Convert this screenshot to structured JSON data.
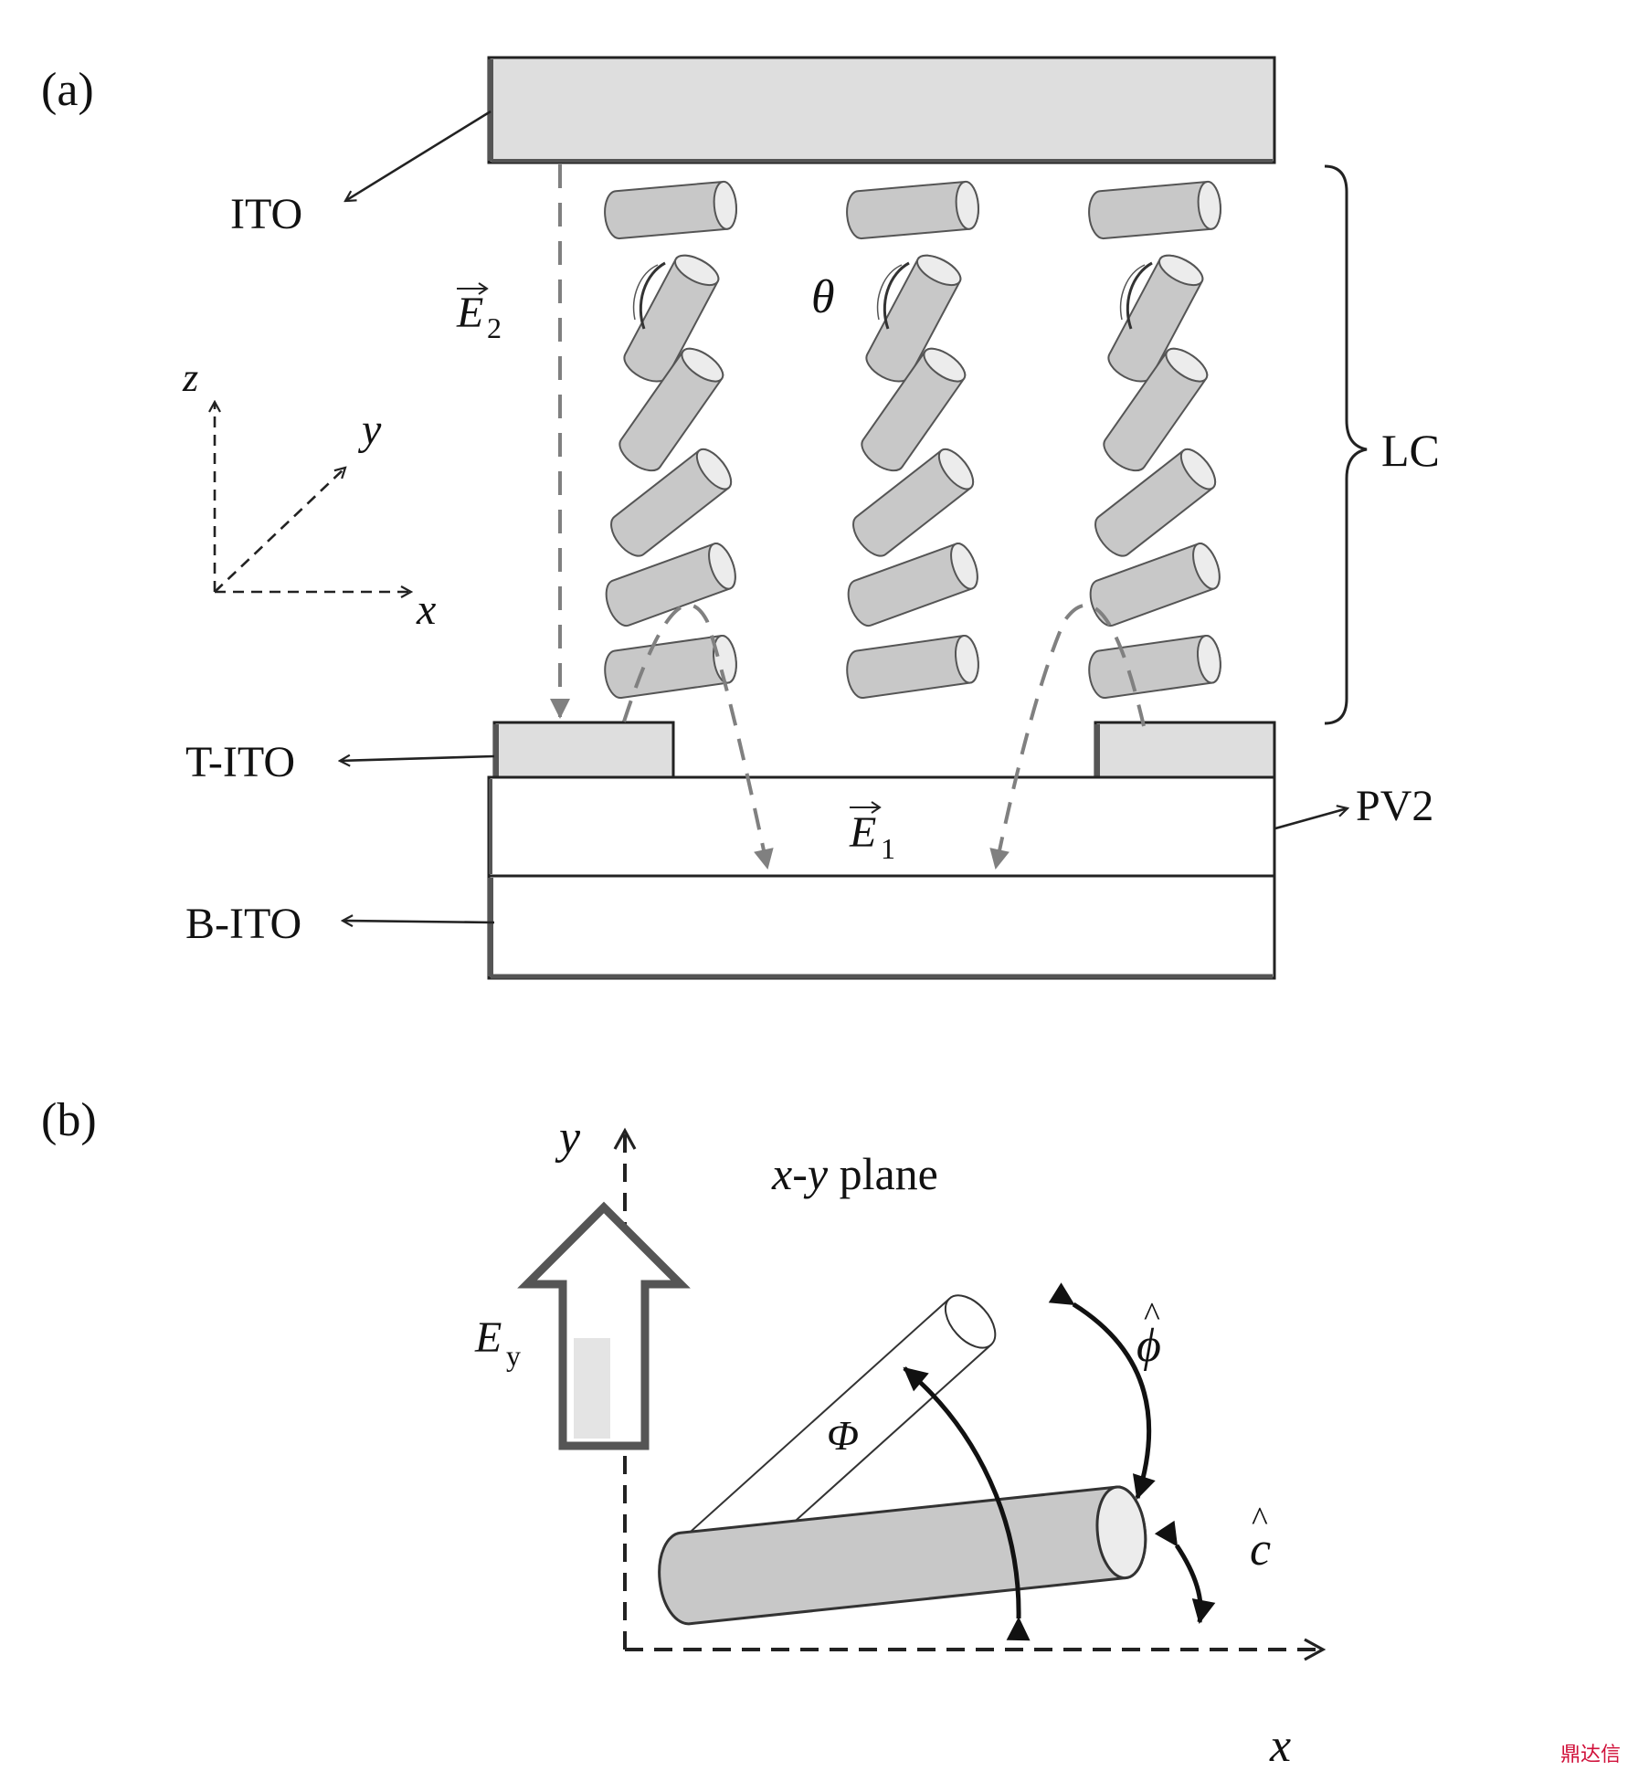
{
  "panel_a": {
    "tag": "(a)",
    "labels": {
      "ito": "ITO",
      "lc": "LC",
      "t_ito": "T-ITO",
      "pv2": "PV2",
      "b_ito": "B-ITO",
      "e2_letter": "E",
      "e2_sub": "2",
      "e1_letter": "E",
      "e1_sub": "1",
      "theta": "θ"
    },
    "axes": {
      "z": "z",
      "y": "y",
      "x": "x"
    }
  },
  "panel_b": {
    "tag": "(b)",
    "plane_x": "x",
    "plane_sep": "-",
    "plane_y": "y",
    "plane_word": " plane",
    "axes": {
      "y": "y",
      "x": "x"
    },
    "labels": {
      "ey_letter": "E",
      "ey_sub": "y",
      "Phi": "Φ",
      "phi_hat": "ϕ",
      "c_hat": "c",
      "hat": "^"
    }
  },
  "watermark": "鼎达信",
  "colors": {
    "rod_fill": "#c8c8c8",
    "rod_cap": "#ececec",
    "layer_fill": "#dedede",
    "arrow_gray": "#808080",
    "stroke": "#222222"
  }
}
